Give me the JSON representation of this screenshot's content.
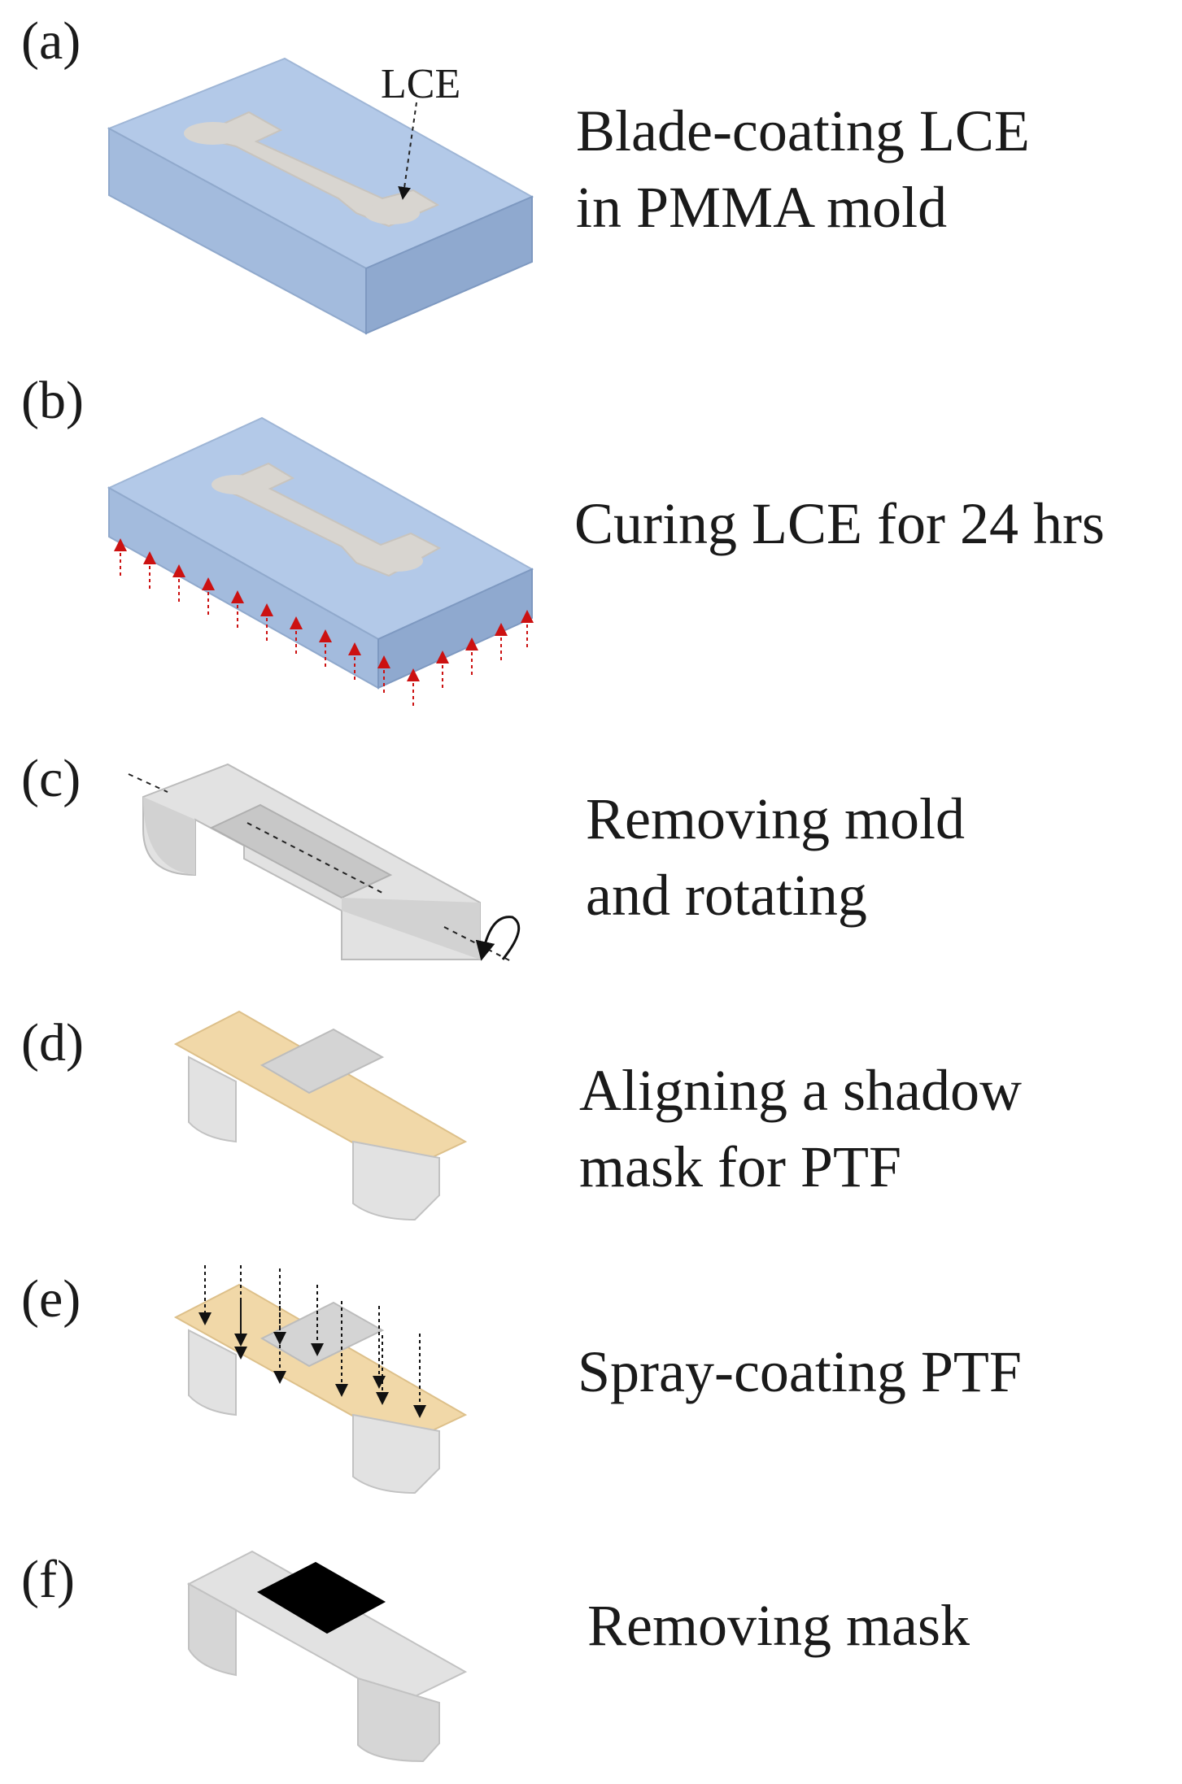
{
  "panels": [
    {
      "label": "(a)",
      "caption_lines": [
        "Blade-coating LCE",
        "in PMMA mold"
      ]
    },
    {
      "label": "(b)",
      "caption_lines": [
        "Curing LCE for 24 hrs"
      ]
    },
    {
      "label": "(c)",
      "caption_lines": [
        "Removing mold",
        "and rotating"
      ]
    },
    {
      "label": "(d)",
      "caption_lines": [
        "Aligning a shadow",
        "mask for PTF"
      ]
    },
    {
      "label": "(e)",
      "caption_lines": [
        "Spray-coating PTF"
      ]
    },
    {
      "label": "(f)",
      "caption_lines": [
        "Removing mask"
      ]
    }
  ],
  "annotation": {
    "lce_label": "LCE"
  },
  "colors": {
    "mold_top": "#b3c9e8",
    "mold_side": "#a3bbdd",
    "lce_fill": "#d8d5d0",
    "part_light": "#e2e2e2",
    "part_dark": "#c7c7c7",
    "mask_fill": "#f1d8a8",
    "ptf_fill": "#000000",
    "uv_arrow": "#cc1111",
    "arrow_dark": "#111111"
  }
}
